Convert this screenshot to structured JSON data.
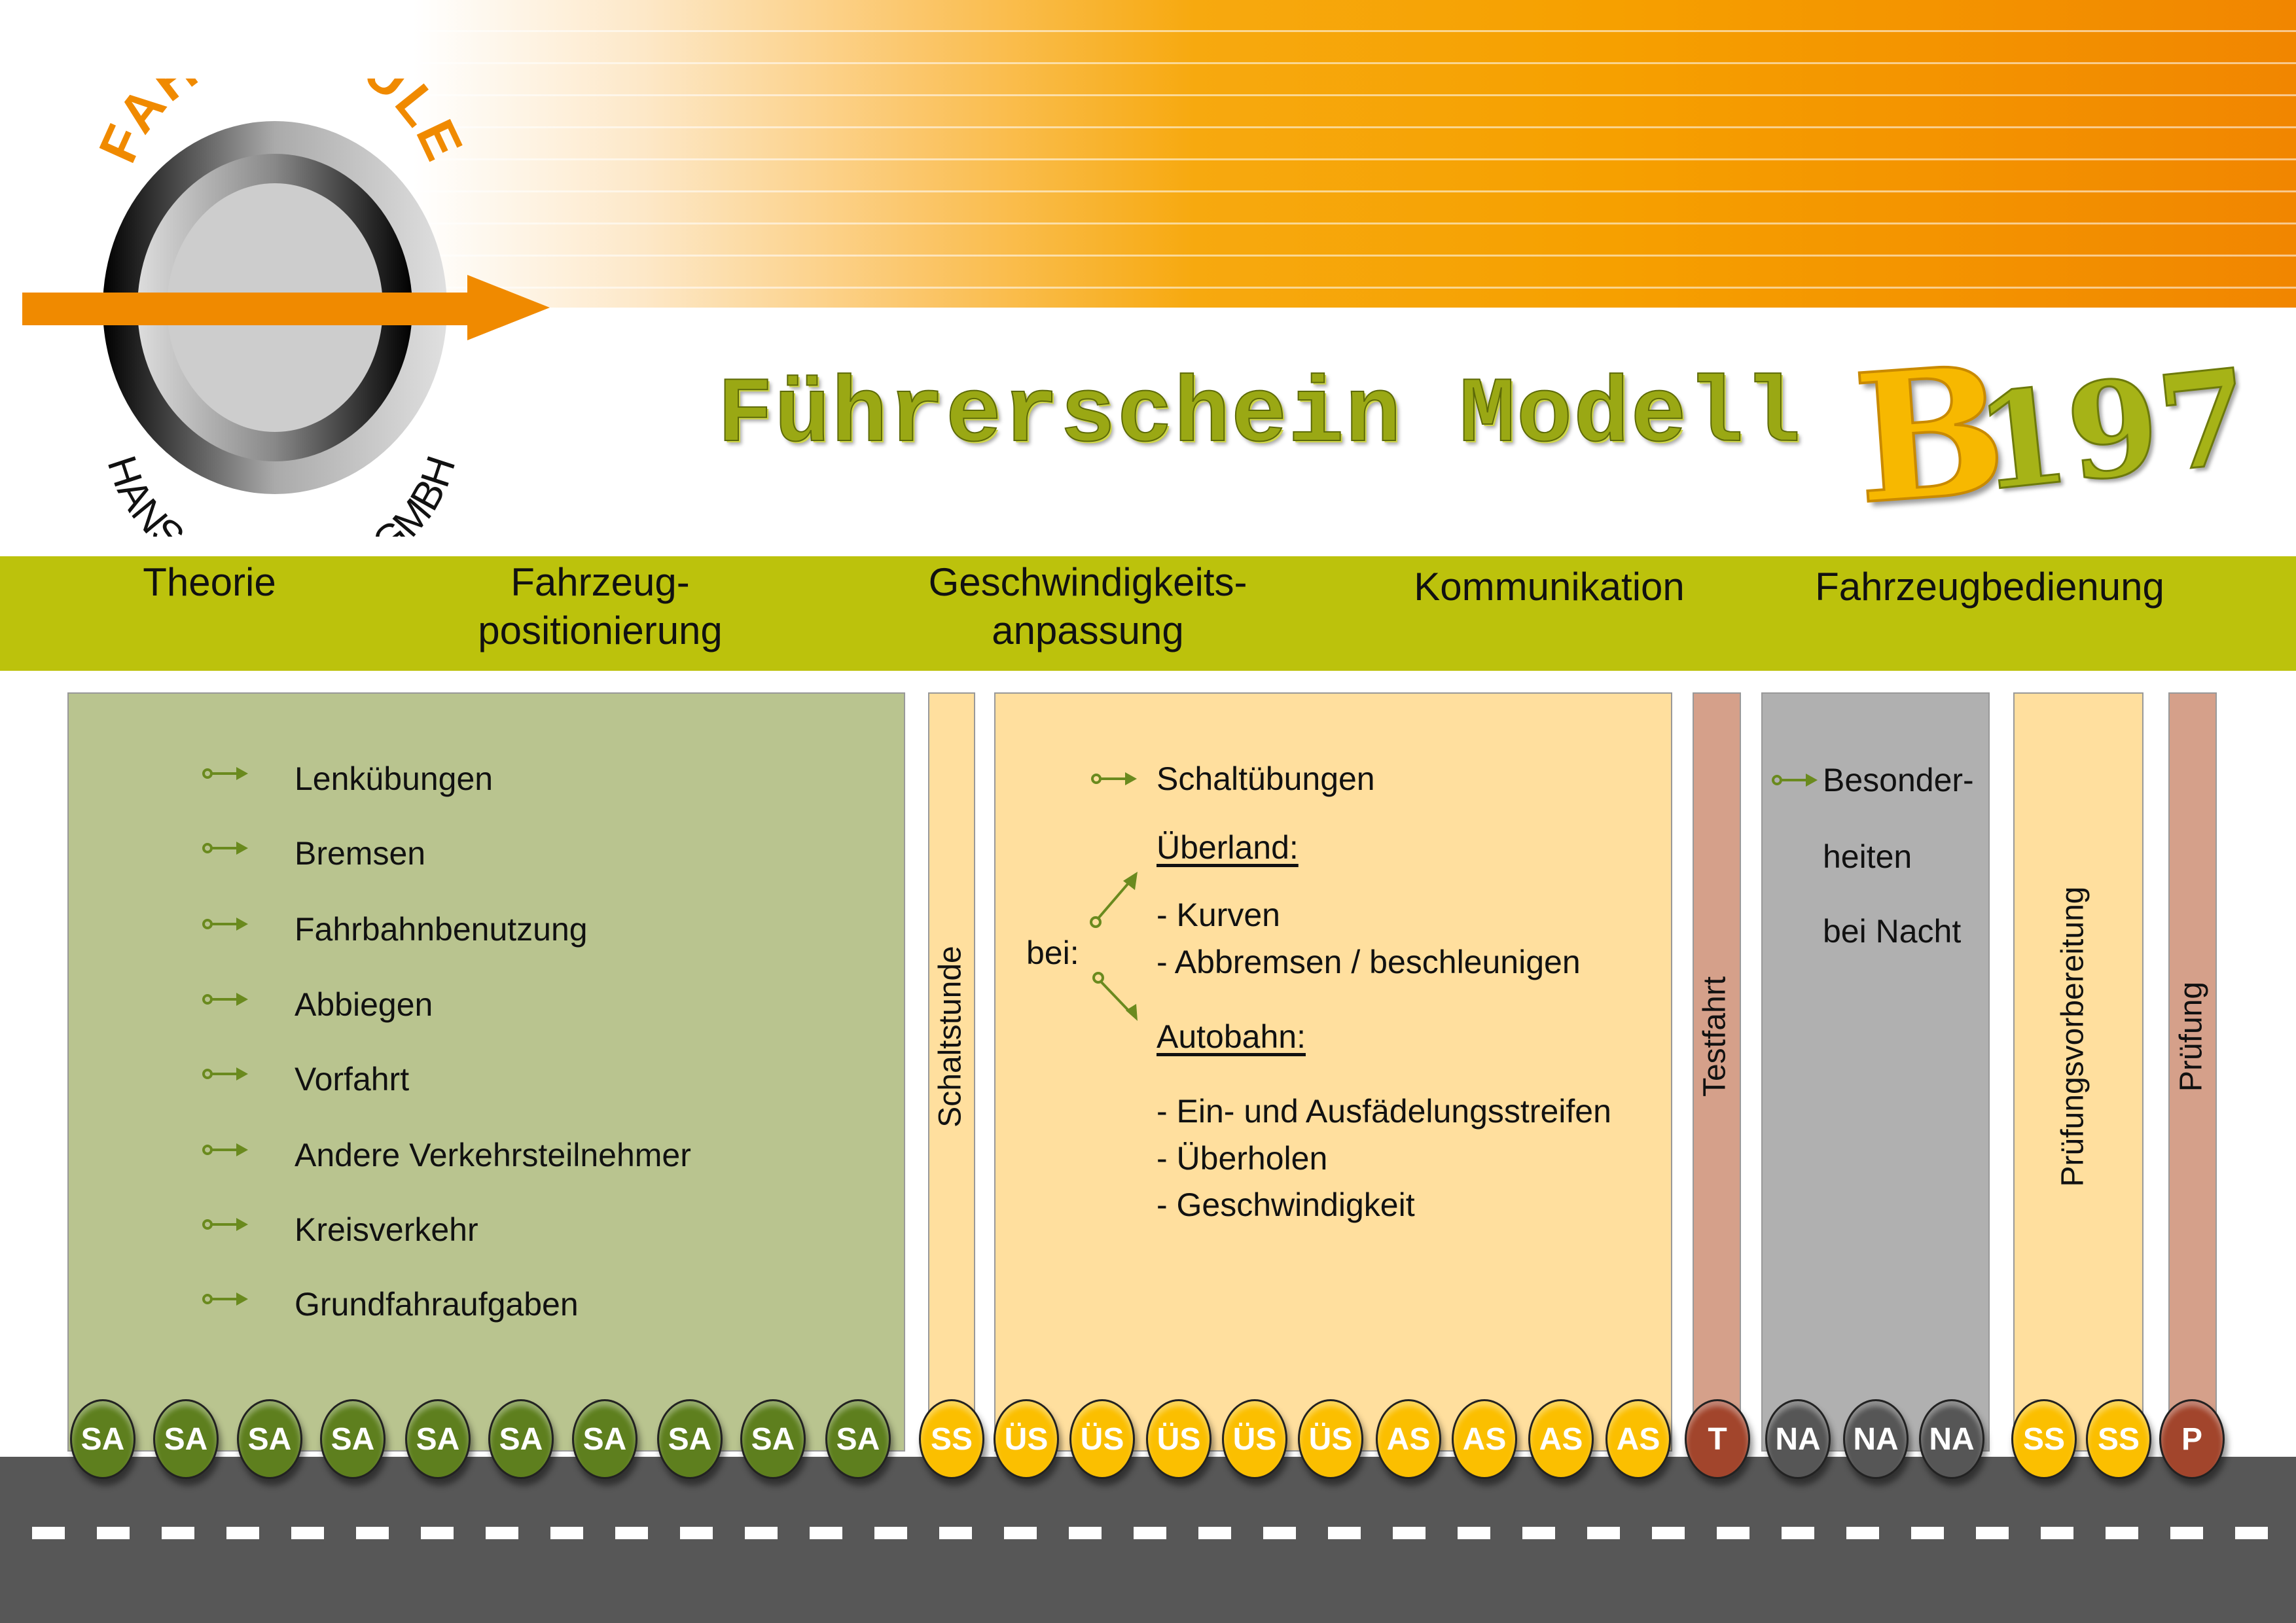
{
  "logo": {
    "top_text": "FAHRSCHULE",
    "bottom_text": "HANS-J. SPEER - GMBH"
  },
  "title": {
    "main": "Führerschein Modell",
    "model_letter": "B",
    "model_number": "197"
  },
  "categories": [
    {
      "line1": "Theorie",
      "line2": ""
    },
    {
      "line1": "Fahrzeug-",
      "line2": "positionierung"
    },
    {
      "line1": "Geschwindigkeits-",
      "line2": "anpassung"
    },
    {
      "line1": "Kommunikation",
      "line2": ""
    },
    {
      "line1": "Fahrzeugbedienung",
      "line2": ""
    }
  ],
  "basics": {
    "items": [
      "Lenkübungen",
      "Bremsen",
      "Fahrbahnbenutzung",
      "Abbiegen",
      "Vorfahrt",
      "Andere Verkehrsteilnehmer",
      "Kreisverkehr",
      "Grundfahraufgaben"
    ]
  },
  "shifting_column": {
    "label": "Schaltstunde"
  },
  "overland": {
    "heading": "Schaltübungen",
    "prefix": "bei:",
    "overland_title": "Überland:",
    "overland_items": [
      "- Kurven",
      "- Abbremsen / beschleunigen"
    ],
    "autobahn_title": "Autobahn:",
    "autobahn_items": [
      "- Ein- und Ausfädelungsstreifen",
      "- Überholen",
      "- Geschwindigkeit"
    ]
  },
  "test_column": {
    "label": "Testfahrt"
  },
  "night": {
    "lines": [
      "Besonder-",
      "heiten",
      "bei Nacht"
    ]
  },
  "prep_column": {
    "label": "Prüfungsvorbereitung"
  },
  "exam_column": {
    "label": "Prüfung"
  },
  "badges": [
    {
      "label": "SA",
      "color": "green"
    },
    {
      "label": "SA",
      "color": "green"
    },
    {
      "label": "SA",
      "color": "green"
    },
    {
      "label": "SA",
      "color": "green"
    },
    {
      "label": "SA",
      "color": "green"
    },
    {
      "label": "SA",
      "color": "green"
    },
    {
      "label": "SA",
      "color": "green"
    },
    {
      "label": "SA",
      "color": "green"
    },
    {
      "label": "SA",
      "color": "green"
    },
    {
      "label": "SA",
      "color": "green"
    },
    {
      "label": "SS",
      "color": "yellow"
    },
    {
      "label": "ÜS",
      "color": "yellow"
    },
    {
      "label": "ÜS",
      "color": "yellow"
    },
    {
      "label": "ÜS",
      "color": "yellow"
    },
    {
      "label": "ÜS",
      "color": "yellow"
    },
    {
      "label": "ÜS",
      "color": "yellow"
    },
    {
      "label": "AS",
      "color": "yellow"
    },
    {
      "label": "AS",
      "color": "yellow"
    },
    {
      "label": "AS",
      "color": "yellow"
    },
    {
      "label": "AS",
      "color": "yellow"
    },
    {
      "label": "T",
      "color": "red"
    },
    {
      "label": "NA",
      "color": "gray"
    },
    {
      "label": "NA",
      "color": "gray"
    },
    {
      "label": "NA",
      "color": "gray"
    },
    {
      "label": "SS",
      "color": "yellow"
    },
    {
      "label": "SS",
      "color": "yellow"
    },
    {
      "label": "P",
      "color": "red"
    }
  ],
  "colors": {
    "band": "#bcc20c",
    "basics": "#b9c48f",
    "overland": "#ffdf9e",
    "test": "#d5a08a",
    "night": "#b0b0b0",
    "road": "#575757",
    "orange": "#f08a00"
  }
}
